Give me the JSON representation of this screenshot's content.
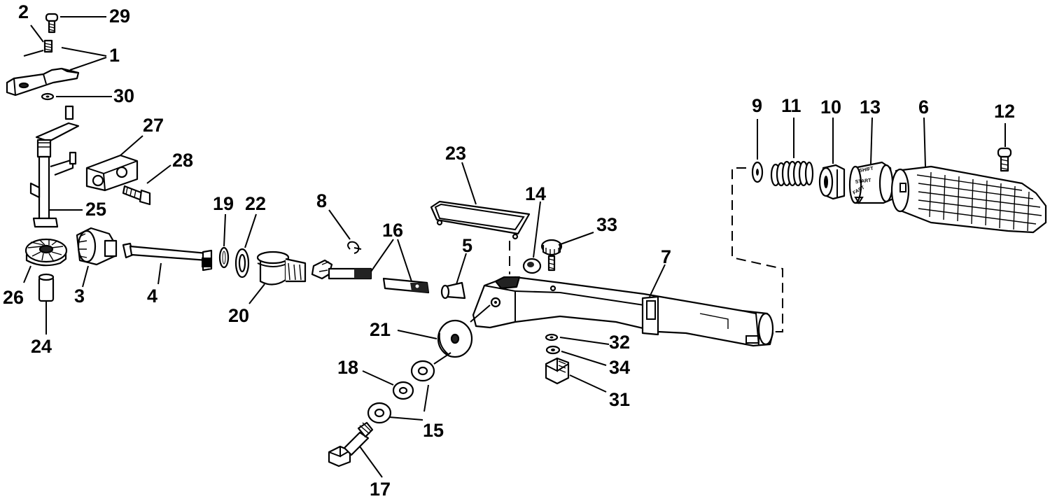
{
  "callouts": {
    "c1": "1",
    "c2": "2",
    "c3": "3",
    "c4": "4",
    "c5": "5",
    "c6": "6",
    "c7": "7",
    "c8": "8",
    "c9": "9",
    "c10": "10",
    "c11": "11",
    "c12": "12",
    "c13": "13",
    "c14": "14",
    "c15": "15",
    "c16": "16",
    "c17": "17",
    "c18": "18",
    "c19": "19",
    "c20": "20",
    "c21": "21",
    "c22": "22",
    "c23": "23",
    "c24": "24",
    "c25": "25",
    "c26": "26",
    "c27": "27",
    "c28": "28",
    "c29": "29",
    "c30": "30",
    "c31": "31",
    "c32": "32",
    "c33": "33",
    "c34": "34"
  },
  "throttle_grip_marks": {
    "shift": "SHIFT",
    "start": "START",
    "fast": "FAST"
  }
}
